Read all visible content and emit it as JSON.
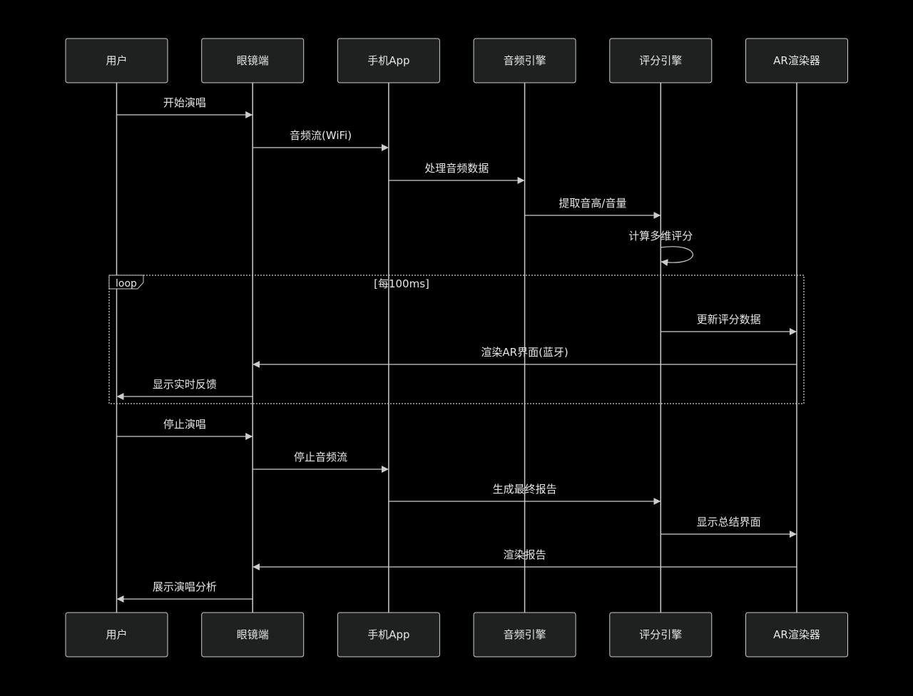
{
  "actors": [
    {
      "id": "user",
      "label": "用户"
    },
    {
      "id": "glasses",
      "label": "眼镜端"
    },
    {
      "id": "phone",
      "label": "手机App"
    },
    {
      "id": "audio",
      "label": "音频引擎"
    },
    {
      "id": "score",
      "label": "评分引擎"
    },
    {
      "id": "ar",
      "label": "AR渲染器"
    }
  ],
  "messages": [
    {
      "from": "user",
      "to": "glasses",
      "label": "开始演唱"
    },
    {
      "from": "glasses",
      "to": "phone",
      "label": "音频流(WiFi)"
    },
    {
      "from": "phone",
      "to": "audio",
      "label": "处理音频数据"
    },
    {
      "from": "audio",
      "to": "score",
      "label": "提取音高/音量"
    },
    {
      "from": "score",
      "to": "score",
      "label": "计算多维评分"
    },
    {
      "from": "score",
      "to": "ar",
      "label": "更新评分数据"
    },
    {
      "from": "ar",
      "to": "glasses",
      "label": "渲染AR界面(蓝牙)"
    },
    {
      "from": "glasses",
      "to": "user",
      "label": "显示实时反馈"
    },
    {
      "from": "user",
      "to": "glasses",
      "label": "停止演唱"
    },
    {
      "from": "glasses",
      "to": "phone",
      "label": "停止音频流"
    },
    {
      "from": "phone",
      "to": "score",
      "label": "生成最终报告"
    },
    {
      "from": "score",
      "to": "ar",
      "label": "显示总结界面"
    },
    {
      "from": "ar",
      "to": "glasses",
      "label": "渲染报告"
    },
    {
      "from": "glasses",
      "to": "user",
      "label": "展示演唱分析"
    }
  ],
  "loop": {
    "keyword": "loop",
    "condition": "[每100ms]",
    "first_message": 5,
    "last_message": 7
  }
}
